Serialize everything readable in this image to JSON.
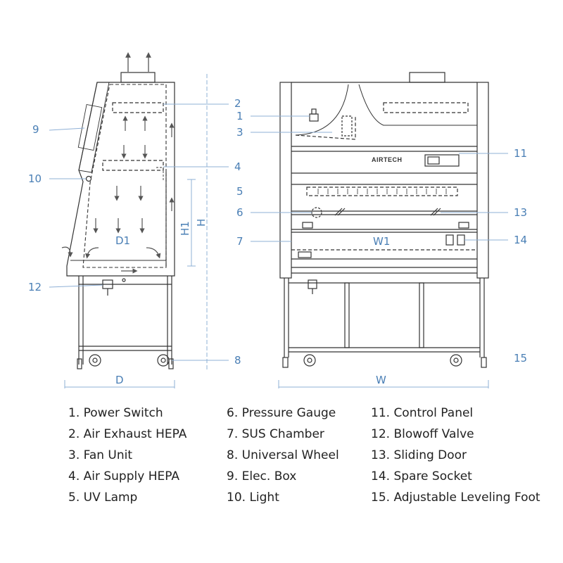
{
  "brand": "AIRTECH",
  "callouts": {
    "c1": "1",
    "c2": "2",
    "c3": "3",
    "c4": "4",
    "c5": "5",
    "c6": "6",
    "c7": "7",
    "c8": "8",
    "c9": "9",
    "c10": "10",
    "c11": "11",
    "c12": "12",
    "c13": "13",
    "c14": "14",
    "c15": "15"
  },
  "dimensions": {
    "D": "D",
    "D1": "D1",
    "H": "H",
    "H1": "H1",
    "W": "W",
    "W1": "W1"
  },
  "legend": {
    "col1": [
      "1. Power Switch",
      "2. Air Exhaust HEPA",
      "3. Fan Unit",
      "4. Air Supply HEPA",
      "5. UV Lamp"
    ],
    "col2": [
      "6. Pressure Gauge",
      "7. SUS Chamber",
      "8. Universal Wheel",
      "9. Elec. Box",
      "10. Light"
    ],
    "col3": [
      "11. Control Panel",
      "12. Blowoff Valve",
      "13. Sliding Door",
      "14. Spare Socket",
      "15. Adjustable Leveling Foot"
    ]
  },
  "colors": {
    "callout": "#4a7fb5",
    "line": "#333333",
    "legend_text": "#222222"
  }
}
